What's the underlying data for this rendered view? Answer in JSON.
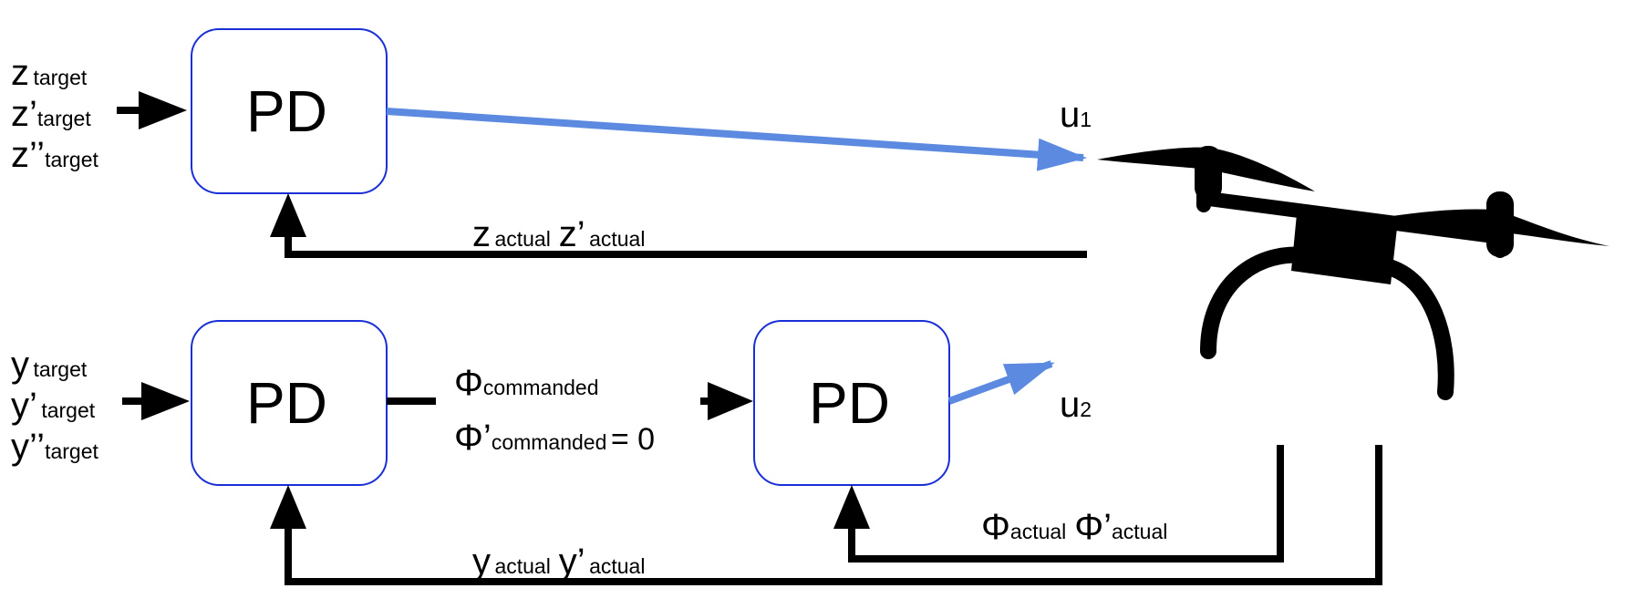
{
  "colors": {
    "box_border": "#1a2fd6",
    "signal_arrow": "#5b8ae0",
    "line": "#000000"
  },
  "icons": {
    "drone": "drone-icon"
  },
  "altitude_loop": {
    "inputs": [
      {
        "main": "z",
        "sub": "target"
      },
      {
        "main": "z’",
        "sub": "target"
      },
      {
        "main": "z’’",
        "sub": "target"
      }
    ],
    "controller": "PD",
    "output": {
      "main": "u",
      "sub": "1"
    },
    "feedback": [
      {
        "main": "z",
        "sub": "actual"
      },
      {
        "main": "z’",
        "sub": "actual"
      }
    ]
  },
  "lateral_loop": {
    "inputs": [
      {
        "main": "y",
        "sub": "target"
      },
      {
        "main": "y’",
        "sub": "target"
      },
      {
        "main": "y’’",
        "sub": "target"
      }
    ],
    "outer_controller": "PD",
    "commanded": [
      {
        "main": "Φ",
        "sub": "commanded",
        "suffix": ""
      },
      {
        "main": "Φ’",
        "sub": "commanded",
        "suffix": "= 0"
      }
    ],
    "inner_controller": "PD",
    "output": {
      "main": "u",
      "sub": "2"
    },
    "inner_feedback": [
      {
        "main": "Φ",
        "sub": "actual"
      },
      {
        "main": "Φ’",
        "sub": "actual"
      }
    ],
    "outer_feedback": [
      {
        "main": "y",
        "sub": "actual"
      },
      {
        "main": "y’",
        "sub": "actual"
      }
    ]
  }
}
